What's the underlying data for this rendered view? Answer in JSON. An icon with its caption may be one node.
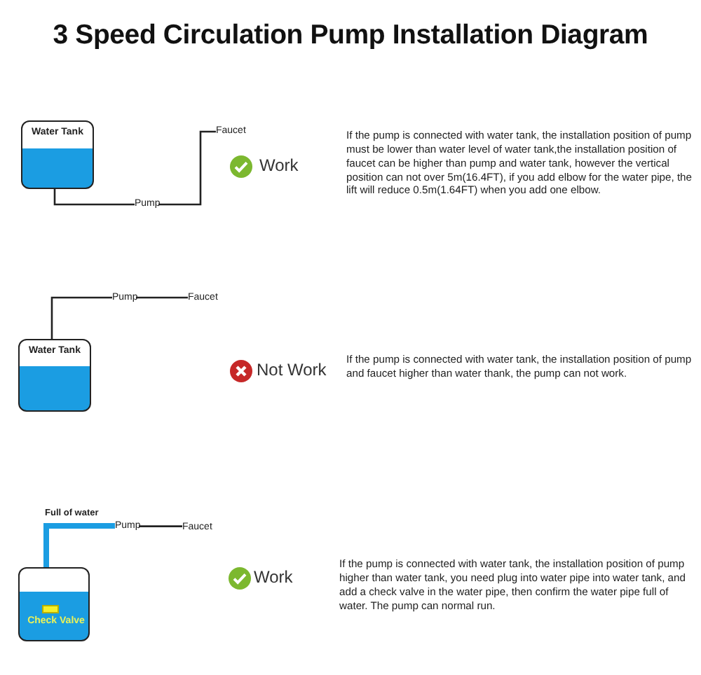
{
  "diagram": {
    "title": "3 Speed Circulation Pump Installation Diagram",
    "nodes": [
      {
        "text": [
          "Water Tank"
        ]
      },
      {
        "text": [
          "Pump"
        ]
      },
      {
        "text": [
          "Faucet"
        ]
      },
      {
        "text": [
          "Pump"
        ]
      },
      {
        "text": [
          "Faucet"
        ]
      },
      {
        "text": [
          "Water Tank"
        ]
      },
      {
        "text": [],
        "shape": "box"
      },
      {
        "text": [
          "Check Valve"
        ],
        "in": 6
      },
      {
        "text": [
          "Pump"
        ]
      },
      {
        "text": [
          "Faucet"
        ]
      }
    ],
    "edges": [
      {
        "from": 0,
        "to": 1,
        "arrow": "none"
      },
      {
        "from": 1,
        "to": 2,
        "arrow": "none"
      },
      {
        "from": 5,
        "to": 3,
        "arrow": "none"
      },
      {
        "from": 3,
        "to": 4,
        "arrow": "none"
      },
      {
        "from": 7,
        "to": 8,
        "arrow": "none",
        "style": "thick",
        "color": "#1b9de2"
      },
      {
        "from": 8,
        "to": 9,
        "arrow": "none"
      }
    ],
    "labels": [
      "Work",
      "If the pump is connected with water tank, the installation position of pump must be lower than water level of water tank,the installation position of faucet can be higher than pump and water tank, however the vertical position can not over 5m(16.4FT), if you add elbow for the water pipe, the lift will reduce 0.5m(1.64FT) when you add one elbow.",
      "Not Work",
      "If the pump is connected with water tank, the installation position of pump and faucet higher than water thank, the pump can not work.",
      "Full of water",
      "Work",
      "If the pump is connected with water tank, the installation position of pump higher than water tank, you need plug into water pipe into water tank, and add a check valve in the water pipe, then confirm the water pipe full of water. The pump can normal run."
    ]
  }
}
